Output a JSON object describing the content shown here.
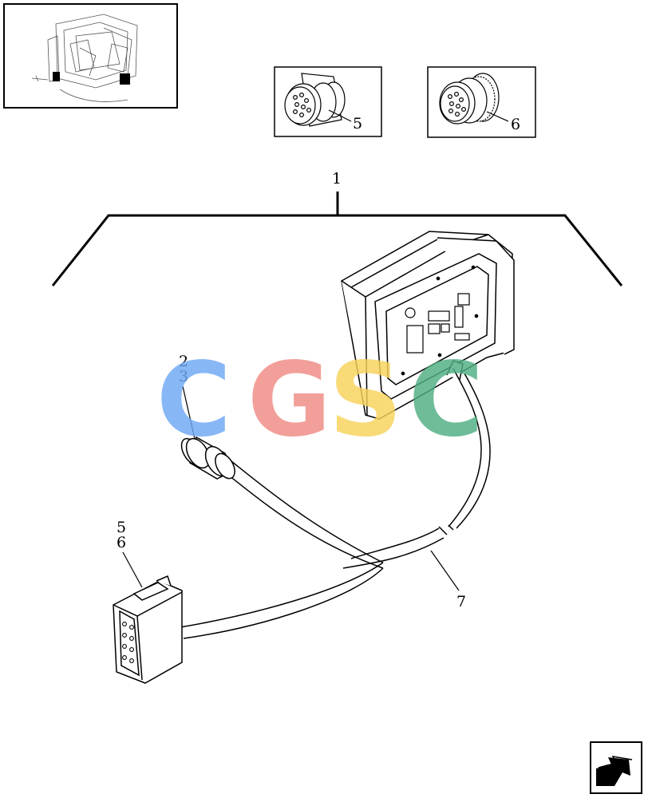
{
  "callouts": {
    "assembly": "1",
    "item2": "2",
    "item3": "3",
    "item5_top": "5",
    "item6_top": "6",
    "item5_side": "5",
    "item6_side": "6",
    "item7": "7"
  },
  "watermark": {
    "letters": [
      "C",
      "G",
      "S",
      "C"
    ],
    "colors": [
      "#6fa8f5",
      "#f08a84",
      "#f7d25a",
      "#4fae82"
    ]
  },
  "icons": {
    "overview": "machine-overview-thumbnail",
    "connector_a": "round-connector-flange-icon",
    "connector_b": "round-connector-knurled-icon",
    "nav": "next-page-arrow-icon"
  }
}
